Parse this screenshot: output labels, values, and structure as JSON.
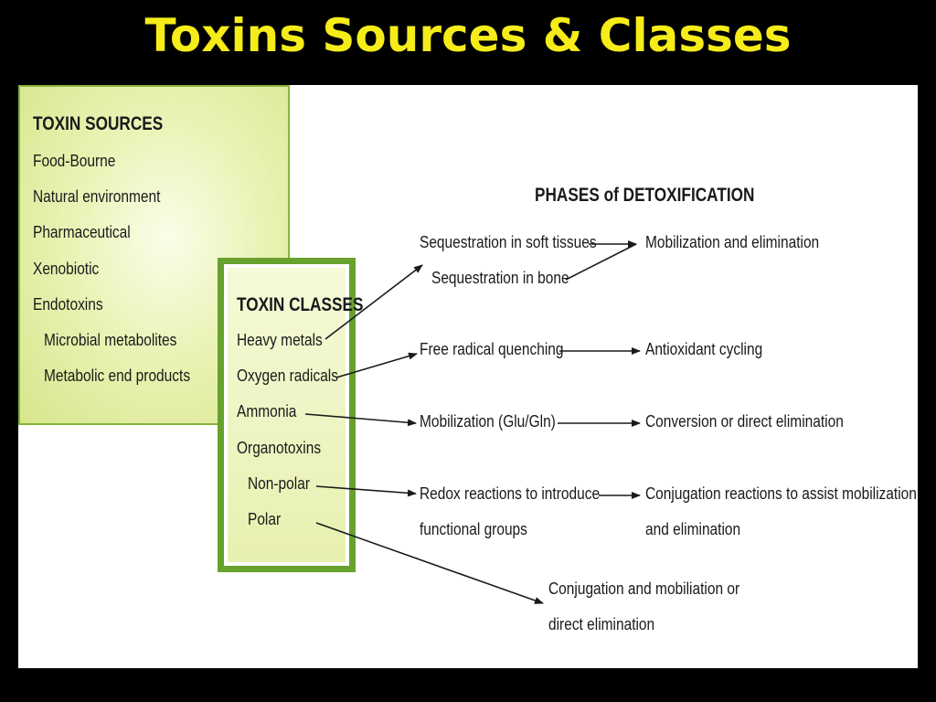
{
  "title": "Toxins Sources & Classes",
  "sources": {
    "heading": "TOXIN SOURCES",
    "items": [
      "Food-Bourne",
      "Natural environment",
      "Pharmaceutical",
      "Xenobiotic",
      "Endotoxins",
      "Microbial metabolites",
      "Metabolic end products"
    ]
  },
  "classes": {
    "heading": "TOXIN CLASSES",
    "items": [
      "Heavy metals",
      "Oxygen radicals",
      "Ammonia",
      "Organotoxins",
      "Non-polar",
      "Polar"
    ]
  },
  "phases": {
    "heading": "PHASES of DETOXIFICATION",
    "seq_soft": "Sequestration in soft tissues",
    "seq_bone": "Sequestration in bone",
    "mobilization_elimination": "Mobilization and elimination",
    "free_radical": "Free radical quenching",
    "antioxidant": "Antioxidant cycling",
    "mobilization_glu": "Mobilization (Glu/Gln)",
    "conversion": "Conversion or direct elimination",
    "redox_1": "Redox reactions to introduce",
    "redox_2": "functional groups",
    "conjugation_assist_1": "Conjugation reactions to assist mobilization",
    "conjugation_assist_2": "and elimination",
    "conjugation_mob_1": "Conjugation and mobiliation or",
    "conjugation_mob_2": "direct elimination"
  },
  "colors": {
    "title": "#f5ec1a",
    "box_border": "#67a22e",
    "box_fill": "#e5efab"
  }
}
